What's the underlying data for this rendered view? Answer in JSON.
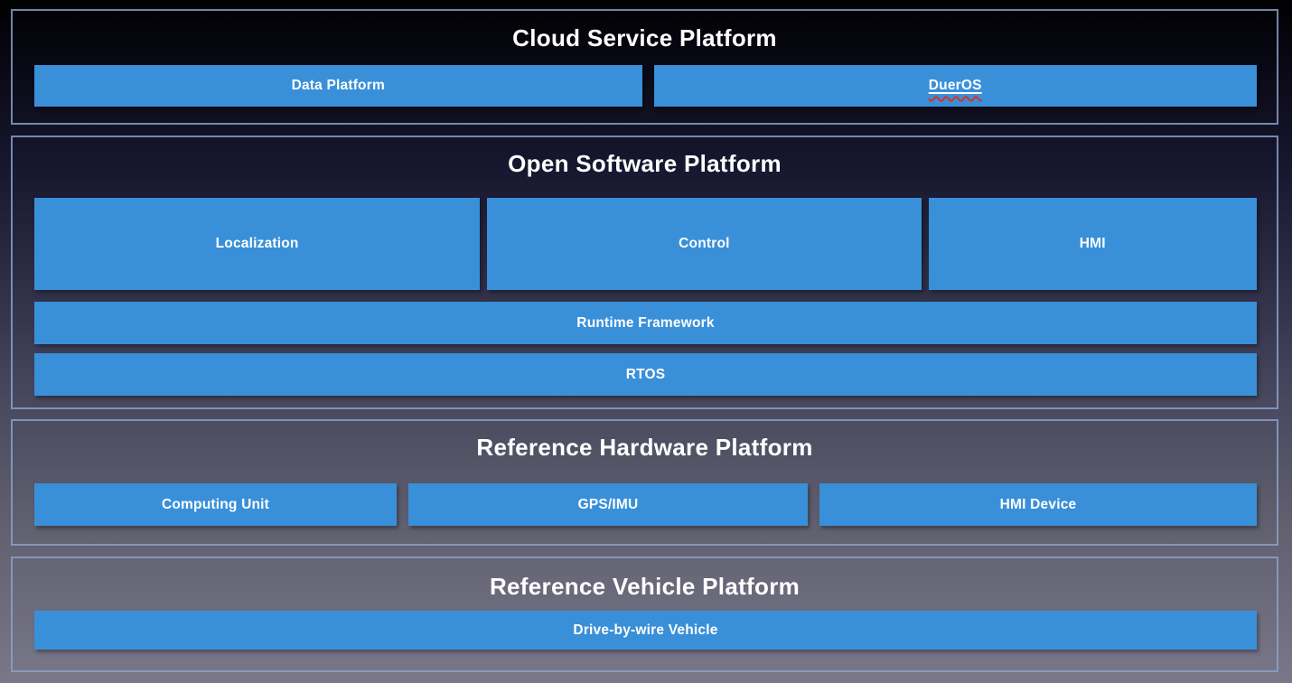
{
  "colors": {
    "box_blue": "#3990d9",
    "section_border": "#8ca2ca",
    "title_text": "#ffffff",
    "box_text": "#ffffff",
    "background_top": "#010102",
    "background_bottom": "#797889",
    "spellcheck_wavy": "#d93025"
  },
  "diagram": {
    "cloud": {
      "title": "Cloud Service Platform",
      "data_platform": "Data Platform",
      "dueros": "DuerOS"
    },
    "software": {
      "title": "Open Software Platform",
      "localization": "Localization",
      "control": "Control",
      "hmi": "HMI",
      "runtime_framework": "Runtime Framework",
      "rtos": "RTOS"
    },
    "hardware": {
      "title": "Reference Hardware Platform",
      "computing_unit": "Computing Unit",
      "gps_imu": "GPS/IMU",
      "hmi_device": "HMI Device"
    },
    "vehicle": {
      "title": "Reference Vehicle Platform",
      "drive_by_wire": "Drive-by-wire Vehicle"
    }
  }
}
